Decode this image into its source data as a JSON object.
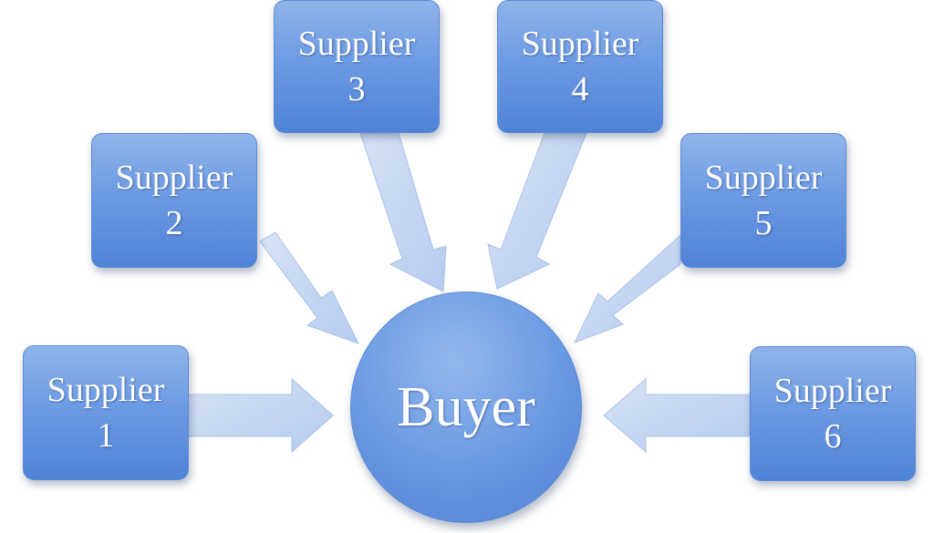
{
  "diagram": {
    "center": {
      "label": "Buyer"
    },
    "suppliers": [
      {
        "line1": "Supplier",
        "line2": "1"
      },
      {
        "line1": "Supplier",
        "line2": "2"
      },
      {
        "line1": "Supplier",
        "line2": "3"
      },
      {
        "line1": "Supplier",
        "line2": "4"
      },
      {
        "line1": "Supplier",
        "line2": "5"
      },
      {
        "line1": "Supplier",
        "line2": "6"
      }
    ],
    "colors": {
      "box": "#6d9be3",
      "arrow": "#c3d4f1",
      "text": "#ffffff"
    }
  }
}
